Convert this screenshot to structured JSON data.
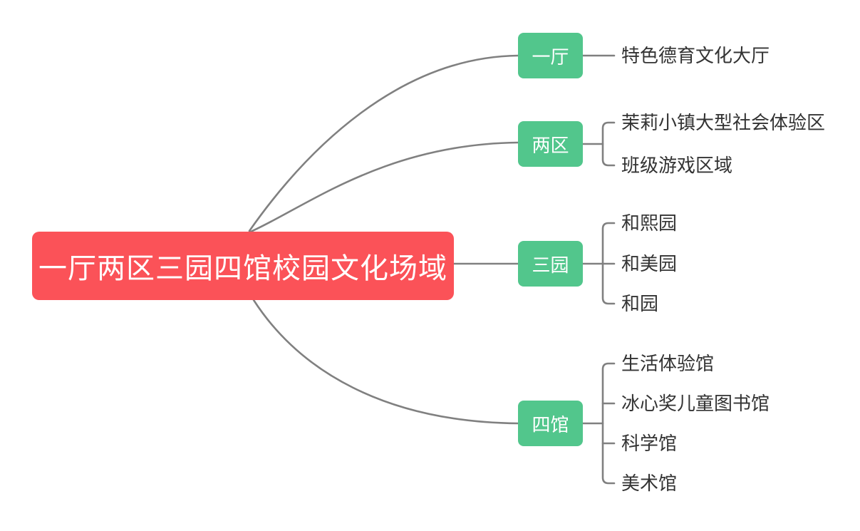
{
  "diagram": {
    "type": "mind-map",
    "background_color": "#ffffff",
    "connector_color": "#808080",
    "root": {
      "label": "一厅两区三园四馆校园文化场域",
      "color": "#fb5258",
      "text_color": "#ffffff"
    },
    "branch_color": "#52c68c",
    "branch_text_color": "#ffffff",
    "leaf_text_color": "#333333",
    "branches": [
      {
        "label": "一厅",
        "children": [
          {
            "label": "特色德育文化大厅"
          }
        ]
      },
      {
        "label": "两区",
        "children": [
          {
            "label": "茉莉小镇大型社会体验区"
          },
          {
            "label": "班级游戏区域"
          }
        ]
      },
      {
        "label": "三园",
        "children": [
          {
            "label": "和熙园"
          },
          {
            "label": "和美园"
          },
          {
            "label": "和园"
          }
        ]
      },
      {
        "label": "四馆",
        "children": [
          {
            "label": "生活体验馆"
          },
          {
            "label": "冰心奖儿童图书馆"
          },
          {
            "label": "科学馆"
          },
          {
            "label": "美术馆"
          }
        ]
      }
    ]
  }
}
